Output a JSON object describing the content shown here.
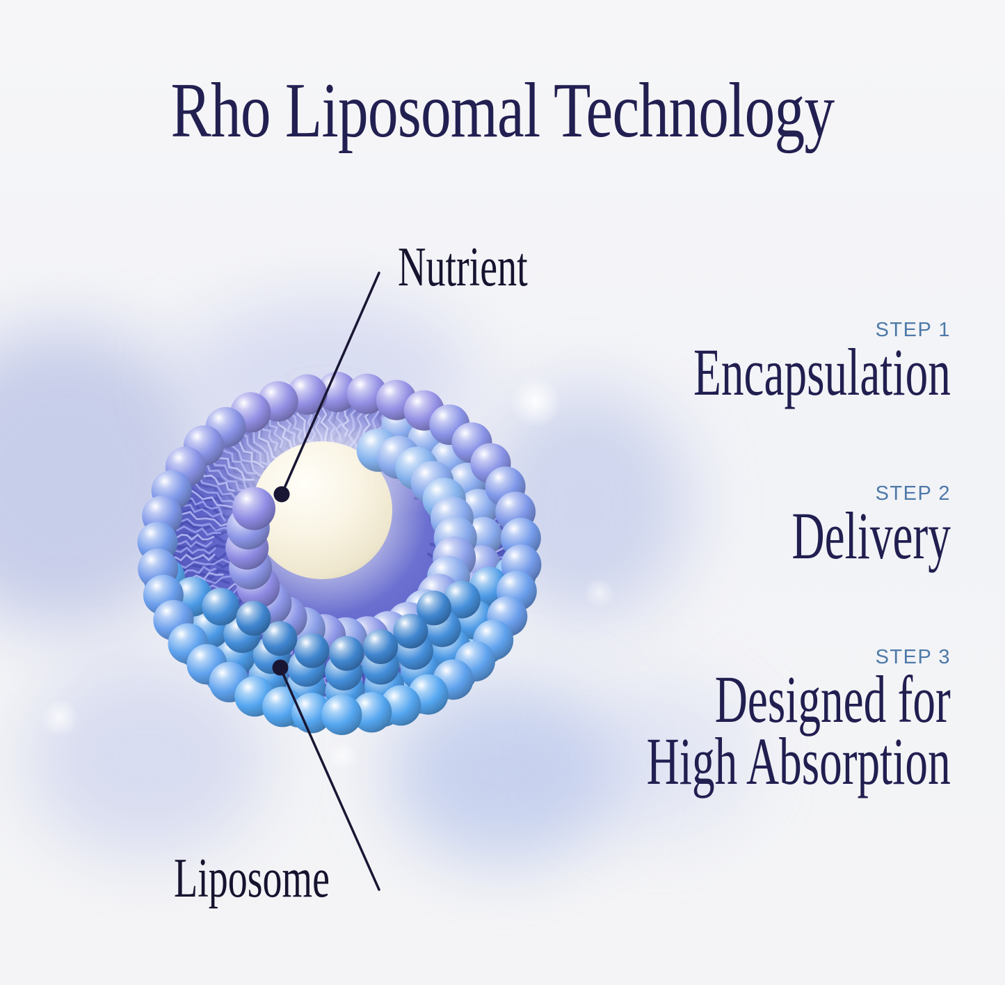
{
  "title": "Rho Liposomal Technology",
  "callouts": {
    "nutrient": "Nutrient",
    "liposome": "Liposome"
  },
  "steps": [
    {
      "eyebrow": "STEP 1",
      "lines": [
        "Encapsulation"
      ]
    },
    {
      "eyebrow": "STEP 2",
      "lines": [
        "Delivery"
      ]
    },
    {
      "eyebrow": "STEP 3",
      "lines": [
        "Designed for",
        "High Absorption"
      ]
    }
  ],
  "colors": {
    "background": "#f4f4f7",
    "title_navy": "#221f51",
    "heading_navy": "#211e50",
    "step_eyebrow_blue": "#4d79a8",
    "label_ink": "#16132f",
    "callout_line": "#191634",
    "bead_periwinkle": "#938fe4",
    "bead_blue": "#55a6f0",
    "interior_violet": "#4a4fb3",
    "tail_light": "#9da2ee",
    "nutrient_cream": "#f9f4e4"
  }
}
